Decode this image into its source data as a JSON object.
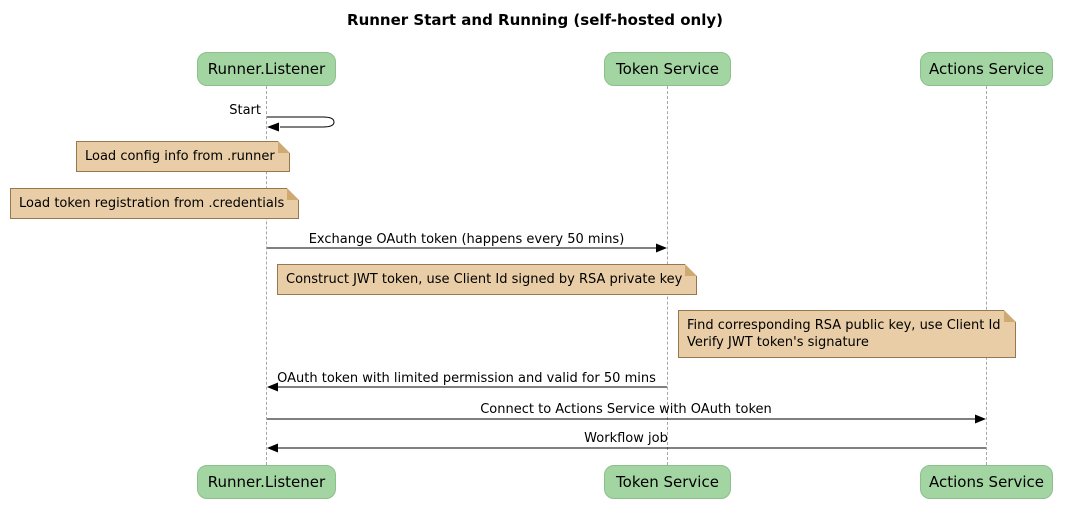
{
  "title": "Runner Start and Running (self-hosted only)",
  "participants": {
    "runner": "Runner.Listener",
    "token": "Token Service",
    "actions": "Actions Service"
  },
  "messages": {
    "start": "Start",
    "exchange": "Exchange OAuth token (happens every 50 mins)",
    "oauth_return": "OAuth token with limited permission and valid for 50 mins",
    "connect": "Connect to Actions Service with OAuth token",
    "workflow": "Workflow job"
  },
  "notes": {
    "load_config": "Load config info from .runner",
    "load_credentials": "Load token registration from .credentials",
    "construct_jwt": "Construct JWT token, use Client Id signed by RSA private key",
    "verify_jwt": "Find corresponding RSA public key, use Client Id\nVerify JWT token's signature"
  },
  "colors": {
    "participant_fill": "#a3d5a3",
    "note_fill": "#e9cda6",
    "lifeline": "#a6a6a6",
    "arrow": "#000000"
  }
}
